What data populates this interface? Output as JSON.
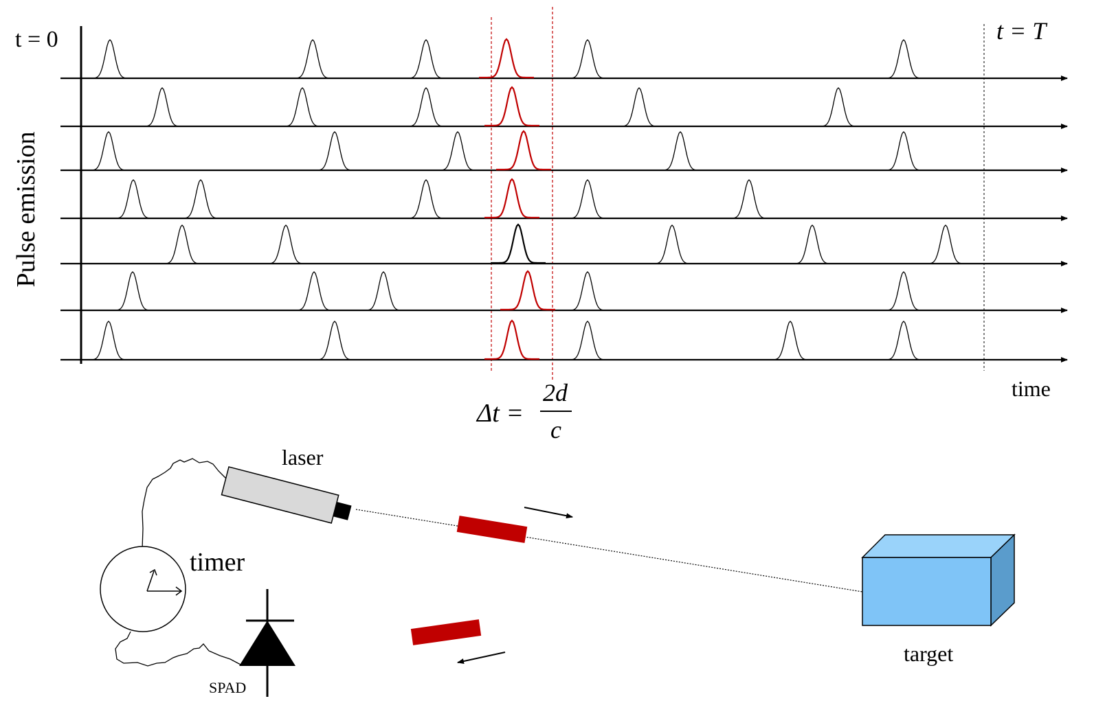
{
  "timeline": {
    "t0_label": "t = 0",
    "tT_label": "t = T",
    "y_axis_label": "Pulse emission",
    "x_axis_label": "time",
    "delta_label": "Δt =",
    "delta_numerator": "2d",
    "delta_denominator": "c",
    "rows": [
      {
        "pulses": [
          160,
          455,
          620,
          855,
          1315
        ],
        "highlight": 737
      },
      {
        "pulses": [
          236,
          440,
          620,
          930,
          1220
        ],
        "highlight": 745
      },
      {
        "pulses": [
          158,
          487,
          666,
          990,
          1315
        ],
        "highlight": 762
      },
      {
        "pulses": [
          194,
          292,
          620,
          855,
          1090
        ],
        "highlight": 745
      },
      {
        "pulses": [
          265,
          416,
          978,
          1182,
          1376
        ],
        "highlight": 754,
        "highlight_color": "#000000"
      },
      {
        "pulses": [
          193,
          457,
          558,
          855,
          1315
        ],
        "highlight": 768
      },
      {
        "pulses": [
          158,
          487,
          855,
          1150,
          1315
        ],
        "highlight": 745
      }
    ]
  },
  "setup": {
    "laser_label": "laser",
    "timer_label": "timer",
    "spad_label": "SPAD",
    "target_label": "target"
  },
  "colors": {
    "pulse_highlight": "#c00000",
    "guide_line": "#c00000",
    "laser_body": "#d9d9d9",
    "photon_packet": "#c00000",
    "target_front": "#7fc4f7",
    "target_top": "#9ad3fa",
    "target_side": "#5a9ccc"
  }
}
